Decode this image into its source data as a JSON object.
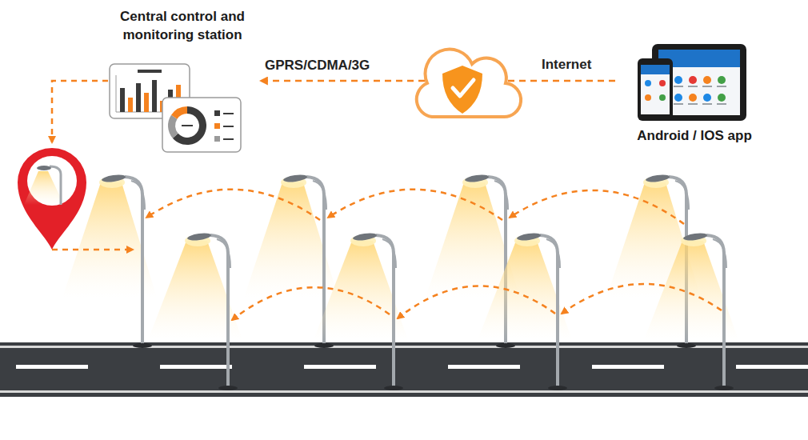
{
  "diagram": {
    "nodes": [
      {
        "text": [
          "Central control and monitoring station"
        ]
      },
      {
        "text": [
          "Android / IOS app"
        ]
      }
    ],
    "edges": [
      {
        "from": 1,
        "to": 0,
        "arrow": "to"
      }
    ],
    "labels": [
      "GPRS/CDMA/3G",
      "Internet"
    ]
  }
}
